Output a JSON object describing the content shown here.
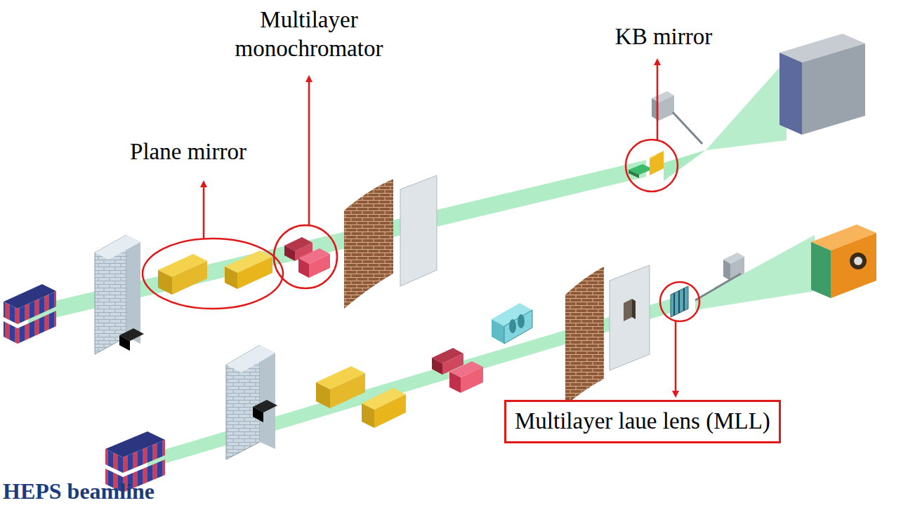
{
  "diagram": {
    "caption": "HEPS beamline",
    "nodes": [
      {
        "text": [
          "Multilayer laue lens (MLL)"
        ]
      }
    ],
    "labels": [
      "Plane mirror",
      "Multilayer monochromator",
      "KB mirror"
    ]
  }
}
